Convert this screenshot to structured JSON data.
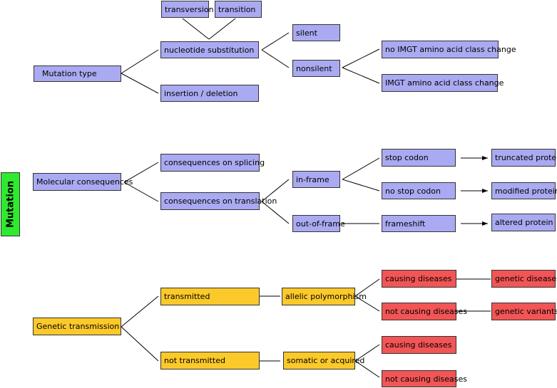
{
  "side_label": "Mutation",
  "sections": {
    "mutation_type": {
      "root": "Mutation type",
      "nucleotide_substitution": "nucleotide substitution",
      "insertion_deletion": "insertion / deletion",
      "transversion": "transversion",
      "transition": "transition",
      "silent": "silent",
      "nonsilent": "nonsilent",
      "no_imgt_change": "no IMGT amino acid class change",
      "imgt_change": "IMGT amino acid class change"
    },
    "molecular_consequences": {
      "root": "Molecular consequences",
      "splicing": "consequences on splicing",
      "translation": "consequences on translation",
      "in_frame": "in-frame",
      "out_of_frame": "out-of-frame",
      "stop_codon": "stop codon",
      "no_stop_codon": "no stop codon",
      "frameshift": "frameshift",
      "truncated_protein": "truncated protein",
      "modified_protein": "modified protein",
      "altered_protein": "altered protein"
    },
    "genetic_transmission": {
      "root": "Genetic transmission",
      "transmitted": "transmitted",
      "not_transmitted": "not transmitted",
      "allelic_polymorphism": "allelic polymorphism",
      "somatic_or_acquired": "somatic or acquired",
      "causing_diseases_1": "causing diseases",
      "not_causing_diseases_1": "not causing diseases",
      "genetic_diseases": "genetic diseases",
      "genetic_variants": "genetic variants",
      "causing_diseases_2": "causing diseases",
      "not_causing_diseases_2": "not causing diseases"
    }
  },
  "colors": {
    "blue": "#aaaaf2",
    "red": "#f25555",
    "yellow": "#fcc92a",
    "green": "#2eea2e"
  }
}
